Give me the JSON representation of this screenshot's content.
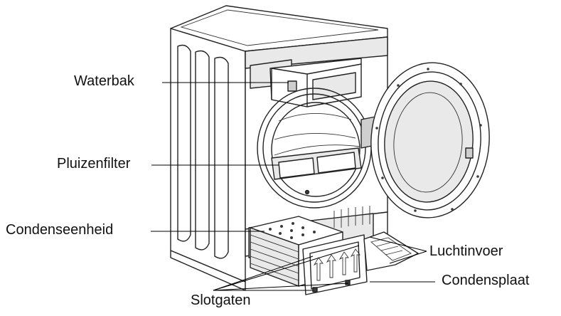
{
  "labels": {
    "waterbak": "Waterbak",
    "pluizenfilter": "Pluizenfilter",
    "condenseenheid": "Condenseenheid",
    "luchtinvoer": "Luchtinvoer",
    "condensplaat": "Condensplaat",
    "slotgaten": "Slotgaten"
  }
}
